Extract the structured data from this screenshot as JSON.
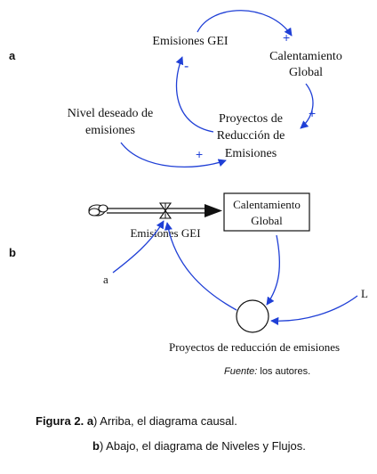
{
  "panel_a": {
    "letter": "a",
    "nodes": {
      "emisiones": "Emisiones GEI",
      "calentamiento_l1": "Calentamiento",
      "calentamiento_l2": "Global",
      "proyectos_l1": "Proyectos de",
      "proyectos_l2": "Reducción de",
      "proyectos_l3": "Emisiones",
      "nivel_l1": "Nivel deseado de",
      "nivel_l2": "emisiones"
    },
    "signs": {
      "emis_to_cal": "+",
      "cal_to_proy": "+",
      "proy_to_emis": "-",
      "nivel_to_proy": "+"
    }
  },
  "panel_b": {
    "letter": "b",
    "stock_l1": "Calentamiento",
    "stock_l2": "Global",
    "flow_label": "Emisiones GEI",
    "aux_a": "a",
    "aux_L": "L",
    "converter_label": "Proyectos de reducción de emisiones"
  },
  "source": {
    "prefix": "Fuente:",
    "text": " los autores."
  },
  "caption": {
    "label": "Figura 2.",
    "line1_letter": "a",
    "line1_text": ") Arriba, el diagrama causal.",
    "line2_letter": "b",
    "line2_text": ") Abajo, el diagrama de Niveles y Flujos."
  },
  "colors": {
    "link": "#1f3fd6",
    "ink": "#111111"
  }
}
